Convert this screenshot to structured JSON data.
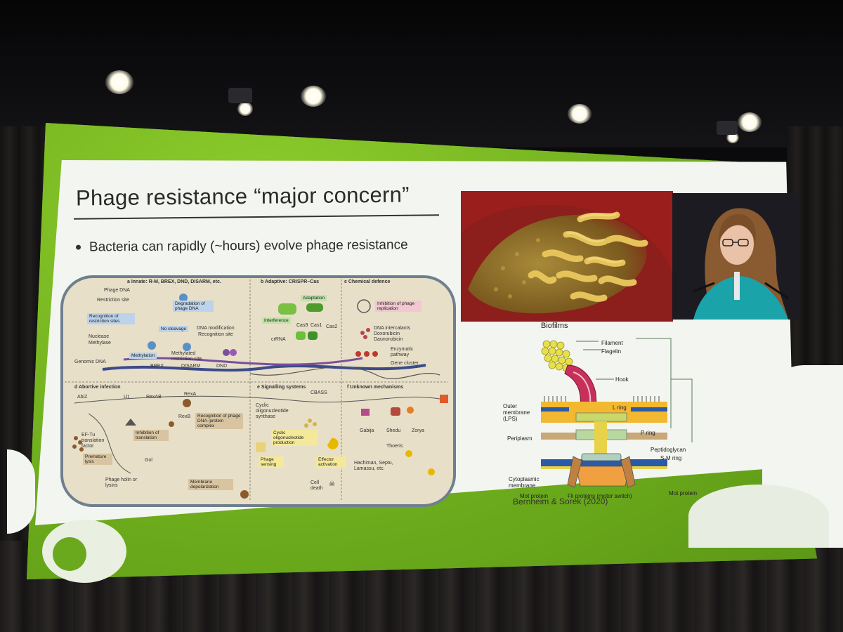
{
  "slide": {
    "title": "Phage resistance “major concern”",
    "bullet": "Bacteria can rapidly (~hours) evolve phage resistance",
    "citation": "Bernheim & Sorek (2020)",
    "biofilm_caption": "Biofilms"
  },
  "figure": {
    "panels": {
      "a": "a Innate: R-M, BREX, DND, DISARM, etc.",
      "b": "b Adaptive: CRISPR–Cas",
      "c": "c Chemical defence",
      "d": "d Abortive infection",
      "e": "e Signalling systems",
      "f": "f Unknown mechanisms"
    },
    "labels": {
      "phage_dna": "Phage DNA",
      "restriction_site": "Restriction site",
      "degradation": "Degradation of phage DNA",
      "recognition": "Recognition of restriction sites",
      "no_cleavage": "No cleavage",
      "dna_mod": "DNA modification",
      "recog_site": "Recognition site",
      "nuclease": "Nuclease",
      "methylase": "Methylase",
      "methylation": "Methylation",
      "methylated": "Methylated restriction site",
      "genomic_dna": "Genomic DNA",
      "brex": "BREX",
      "disarm": "DISARM",
      "dnd": "DND",
      "interference": "Interference",
      "adaptation": "Adaptation",
      "crrna": "crRNA",
      "cas9": "Cas9",
      "cas1": "Cas1",
      "cas2": "Cas2",
      "inhibition_repl": "Inhibition of phage replication",
      "intercalants": "DNA intercalants",
      "doxorubicin": "Doxorubicin",
      "daunorubicin": "Daunorubicin",
      "enzymatic": "Enzymatic pathway",
      "gene_cluster": "Gene cluster",
      "abiz": "AbiZ",
      "lit": "Lit",
      "rexab": "RexAB",
      "rexa": "RexA",
      "rexb": "RexB",
      "eftu": "EF-Tu translation factor",
      "inhibition_trans": "Inhibition of translation",
      "recog_complex": "Recognition of phage DNA–protein complex",
      "premature_lysis": "Premature lysis",
      "gol": "Gol",
      "holin": "Phage holin or lysins",
      "membrane_depol": "Membrane depolarization",
      "cyclic_synthase": "Cyclic oligonucleotide synthase",
      "cbass": "CBASS",
      "cyclic_production": "Cyclic oligonucleotide production",
      "phage_sensing": "Phage sensing",
      "effector": "Effector activation",
      "cell_death": "Cell death",
      "gabija": "Gabija",
      "shedu": "Shedu",
      "zorya": "Zorya",
      "thoeris": "Thoeris",
      "hachiman": "Hachiman, Septu, Lamassu, etc."
    }
  },
  "flagellum": {
    "filament": "Filament",
    "flagelin": "Flagelin",
    "hook": "Hook",
    "l_ring": "L ring",
    "p_ring": "P ring",
    "outer_membrane": "Outer membrane (LPS)",
    "periplasm": "Periplasm",
    "peptidoglycan": "Peptidoglycan",
    "sm_ring": "S-M ring",
    "cytoplasmic": "Cytoplasmic membrane",
    "mot_left": "Mot protein",
    "fli": "Fli proteins (motor switch)",
    "mot_right": "Mot protein"
  },
  "colors": {
    "slide_green": "#6aa81e",
    "slide_white": "#f3f5f0",
    "cell_fill": "#e8dfc8",
    "cell_border": "#6f7f8e",
    "box_blue": "#bcd3ea",
    "box_green": "#bfe3a6",
    "box_yellow": "#f4e99a",
    "box_pink": "#f2c7cf",
    "box_tan": "#d8c4a0"
  }
}
